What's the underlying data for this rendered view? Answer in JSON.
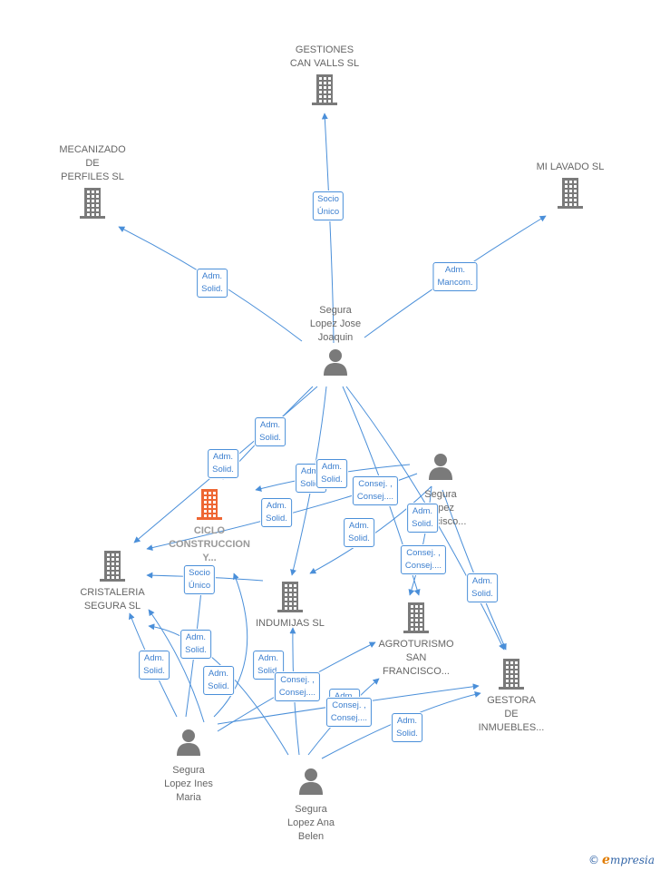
{
  "colors": {
    "link": "#4a8fd9",
    "company": "#7a7a7a",
    "focus_company": "#ee6633",
    "person": "#7a7a7a",
    "label": "#666666"
  },
  "nodes": {
    "gestiones": {
      "lines": [
        "GESTIONES",
        "CAN VALLS  SL"
      ],
      "icon": "building-icon"
    },
    "mecanizado": {
      "lines": [
        "MECANIZADO",
        "DE",
        "PERFILES  SL"
      ],
      "icon": "building-icon"
    },
    "milavado": {
      "lines": [
        "MI LAVADO SL"
      ],
      "icon": "building-icon"
    },
    "joaquin": {
      "lines": [
        "Segura",
        "Lopez Jose",
        "Joaquin"
      ],
      "icon": "person-icon"
    },
    "francisco": {
      "lines": [
        "Segura",
        "Lopez",
        "Francisco..."
      ],
      "icon": "person-icon"
    },
    "ciclo": {
      "lines": [
        "CICLO",
        "CONSTRUCCION",
        "Y..."
      ],
      "icon": "building-icon"
    },
    "cristaleria": {
      "lines": [
        "CRISTALERIA",
        "SEGURA  SL"
      ],
      "icon": "building-icon"
    },
    "indumijas": {
      "lines": [
        "INDUMIJAS  SL"
      ],
      "icon": "building-icon"
    },
    "agroturismo": {
      "lines": [
        "AGROTURISMO",
        "SAN",
        "FRANCISCO..."
      ],
      "icon": "building-icon"
    },
    "gestora": {
      "lines": [
        "GESTORA",
        "DE",
        "INMUEBLES..."
      ],
      "icon": "building-icon"
    },
    "ines": {
      "lines": [
        "Segura",
        "Lopez Ines",
        "Maria"
      ],
      "icon": "person-icon"
    },
    "anabelen": {
      "lines": [
        "Segura",
        "Lopez Ana",
        "Belen"
      ],
      "icon": "person-icon"
    }
  },
  "badges": [
    {
      "lines": [
        "Socio",
        "Único"
      ]
    },
    {
      "lines": [
        "Adm.",
        "Solid."
      ]
    },
    {
      "lines": [
        "Adm.",
        "Mancom."
      ]
    },
    {
      "lines": [
        "Adm.",
        "Solid."
      ]
    },
    {
      "lines": [
        "Adm.",
        "Solid."
      ]
    },
    {
      "lines": [
        "Adm.",
        "Solid."
      ]
    },
    {
      "lines": [
        "Adm.",
        "Solid."
      ]
    },
    {
      "lines": [
        "Consej. ,",
        "Consej...."
      ]
    },
    {
      "lines": [
        "Adm.",
        "Solid."
      ]
    },
    {
      "lines": [
        "Adm.",
        "Solid."
      ]
    },
    {
      "lines": [
        "Adm.",
        "Solid."
      ]
    },
    {
      "lines": [
        "Consej. ,",
        "Consej...."
      ]
    },
    {
      "lines": [
        "Adm.",
        "Solid."
      ]
    },
    {
      "lines": [
        "Socio",
        "Único"
      ]
    },
    {
      "lines": [
        "Adm.",
        "Solid."
      ]
    },
    {
      "lines": [
        "Adm.",
        "Solid."
      ]
    },
    {
      "lines": [
        "Adm.",
        "Solid."
      ]
    },
    {
      "lines": [
        "Adm.",
        "Solid."
      ]
    },
    {
      "lines": [
        "Consej. ,",
        "Consej...."
      ]
    },
    {
      "lines": [
        "Adm.",
        "Solid."
      ]
    },
    {
      "lines": [
        "Consej. ,",
        "Consej...."
      ]
    },
    {
      "lines": [
        "Adm.",
        "Solid."
      ]
    }
  ],
  "brand": {
    "copyright": "©",
    "initial": "e",
    "name": "mpresia"
  }
}
